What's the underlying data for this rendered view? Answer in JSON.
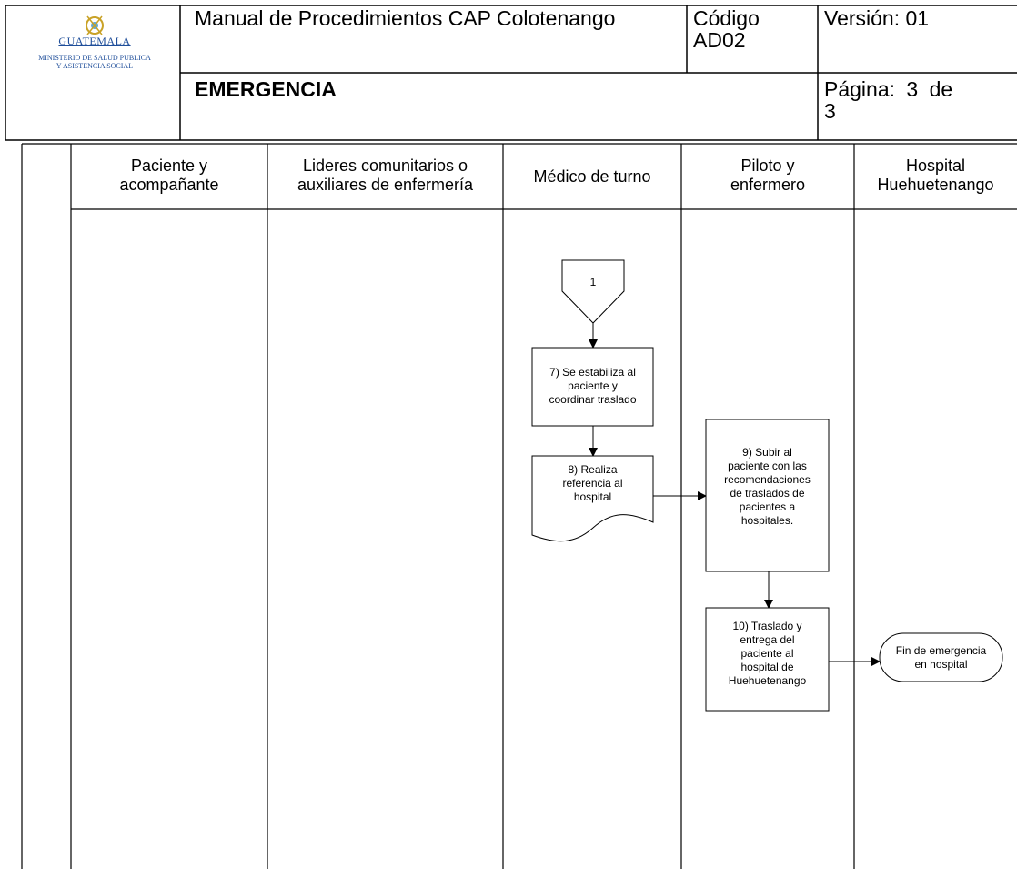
{
  "header": {
    "logo": {
      "country": "GUATEMALA",
      "ministry_line1": "MINISTERIO DE SALUD PUBLICA",
      "ministry_line2": "Y ASISTENCIA SOCIAL"
    },
    "manual_title": "Manual de Procedimientos CAP Colotenango",
    "code_label": "Código",
    "code_value": "AD02",
    "version": "Versión: 01",
    "section_title": "EMERGENCIA",
    "page_label": "Página: 3 de",
    "page_total": "3"
  },
  "lanes": [
    {
      "title_l1": "Paciente y",
      "title_l2": "acompañante"
    },
    {
      "title_l1": "Lideres comunitarios o",
      "title_l2": "auxiliares de enfermería"
    },
    {
      "title_l1": "Médico de turno",
      "title_l2": ""
    },
    {
      "title_l1": "Piloto y",
      "title_l2": "enfermero"
    },
    {
      "title_l1": "Hospital",
      "title_l2": "Huehuetenango"
    }
  ],
  "nodes": {
    "connector_1": {
      "label": "1"
    },
    "step_7": {
      "lines": [
        "7) Se estabiliza al",
        "paciente y",
        "coordinar traslado"
      ]
    },
    "step_8": {
      "lines": [
        "8) Realiza",
        "referencia al",
        "hospital"
      ]
    },
    "step_9": {
      "lines": [
        "9) Subir al",
        "paciente con las",
        "recomendaciones",
        "de traslados de",
        "pacientes a",
        "hospitales."
      ]
    },
    "step_10": {
      "lines": [
        "10) Traslado y",
        "entrega del",
        "paciente al",
        "hospital de",
        "Huehuetenango"
      ]
    },
    "end": {
      "lines": [
        "Fin de emergencia",
        "en hospital"
      ]
    }
  }
}
